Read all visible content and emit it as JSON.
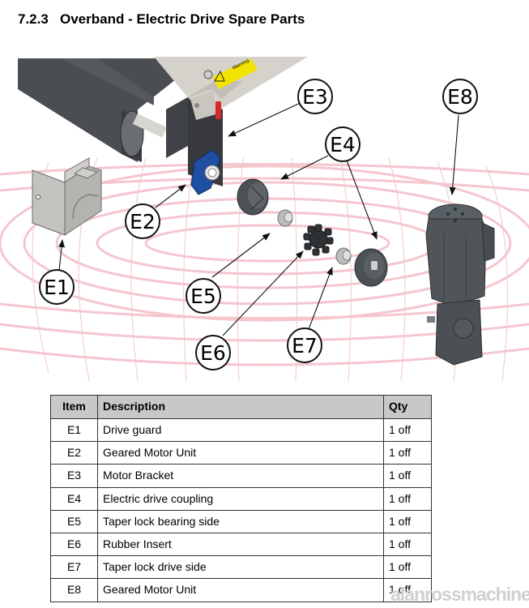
{
  "heading": {
    "number": "7.2.3",
    "title": "Overband - Electric Drive Spare Parts"
  },
  "diagram": {
    "callouts": [
      {
        "id": "E1",
        "label": "E1"
      },
      {
        "id": "E2",
        "label": "E2"
      },
      {
        "id": "E3",
        "label": "E3"
      },
      {
        "id": "E4",
        "label": "E4"
      },
      {
        "id": "E5",
        "label": "E5"
      },
      {
        "id": "E6",
        "label": "E6"
      },
      {
        "id": "E7",
        "label": "E7"
      },
      {
        "id": "E8",
        "label": "E8"
      }
    ],
    "warning_label": "Warning",
    "colors": {
      "belt": "#4a4d52",
      "frame": "#c9c6c0",
      "bearing_blue": "#1f4fa0",
      "motor": "#4f5559",
      "warning_yellow": "#f2e300",
      "grid_pink": "#f2b8c2",
      "red_stop": "#d8282b"
    }
  },
  "table": {
    "headers": {
      "item": "Item",
      "description": "Description",
      "qty": "Qty"
    },
    "rows": [
      {
        "item": "E1",
        "description": "Drive guard",
        "qty": "1 off"
      },
      {
        "item": "E2",
        "description": "Geared Motor Unit",
        "qty": "1 off"
      },
      {
        "item": "E3",
        "description": "Motor Bracket",
        "qty": "1 off"
      },
      {
        "item": "E4",
        "description": "Electric drive coupling",
        "qty": "1 off"
      },
      {
        "item": "E5",
        "description": "Taper lock bearing side",
        "qty": "1 off"
      },
      {
        "item": "E6",
        "description": "Rubber Insert",
        "qty": "1 off"
      },
      {
        "item": "E7",
        "description": "Taper lock drive side",
        "qty": "1 off"
      },
      {
        "item": "E8",
        "description": "Geared Motor Unit",
        "qty": "1 off"
      }
    ]
  },
  "watermark": "alanrossmachinery"
}
